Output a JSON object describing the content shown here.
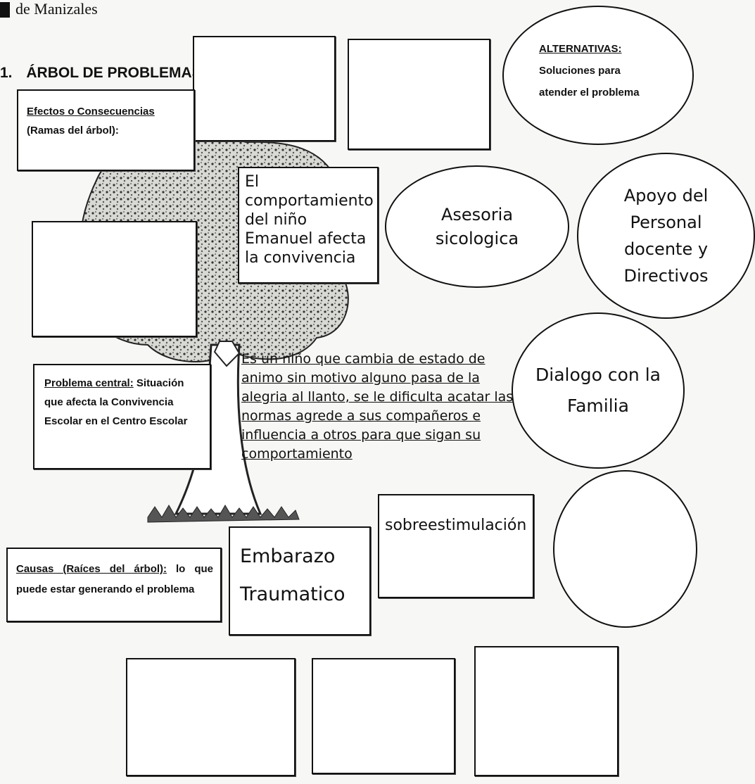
{
  "header": {
    "institution": "de Manizales"
  },
  "section": {
    "number": "1.",
    "title": "ÁRBOL DE PROBLEMAS:"
  },
  "effects": {
    "heading": "Efectos o Consecuencias",
    "subheading": "(Ramas del árbol):"
  },
  "alternatives": {
    "heading": "ALTERNATIVAS:",
    "line1": "Soluciones para",
    "line2": "atender el problema",
    "items": [
      {
        "text": "Asesoria sicologica"
      },
      {
        "text": "Apoyo del Personal docente y Directivos"
      },
      {
        "text": "Dialogo con la Familia"
      },
      {
        "text": ""
      }
    ]
  },
  "central_problem": {
    "label": "Problema central:",
    "rest": "Situación que afecta la Convivencia Escolar en el Centro Escolar",
    "answer": "El comportamiento del niño Emanuel afecta la convivencia",
    "description": "Es un niño que cambia de estado de animo sin motivo alguno pasa de la alegria al llanto, se le dificulta acatar las normas agrede a sus compañeros e influencia a otros para que sigan su comportamiento"
  },
  "causes": {
    "label": "Causas (Raíces del árbol):",
    "rest": "lo que puede estar generando el problema",
    "items": [
      {
        "text": "Embarazo Traumatico"
      },
      {
        "text": "sobreestimulación"
      }
    ]
  }
}
